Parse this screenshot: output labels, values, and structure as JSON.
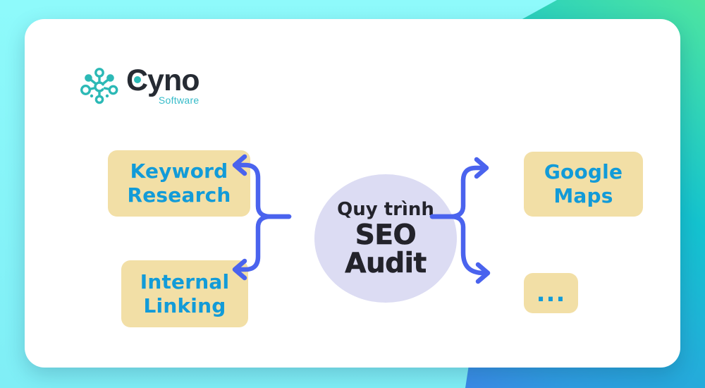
{
  "page": {
    "type": "seo-audit-process-infographic"
  },
  "logo": {
    "brand": "Cyno",
    "subtitle": "Software"
  },
  "center_node": {
    "subtitle": "Quy trình",
    "title_line1": "SEO",
    "title_line2": "Audit"
  },
  "nodes": {
    "keyword_research": {
      "line1": "Keyword",
      "line2": "Research"
    },
    "internal_linking": {
      "line1": "Internal",
      "line2": "Linking"
    },
    "google_maps": {
      "line1": "Google",
      "line2": "Maps"
    },
    "more": {
      "label": "..."
    }
  },
  "colors": {
    "arrow": "#4a63ee",
    "node_bg": "#f2dfa6",
    "node_text": "#129bd8",
    "center_bg": "#dcdcf3",
    "center_text": "#23232b",
    "logo_teal": "#2cb9b6",
    "logo_dark": "#262b33",
    "bg_cyan": "#8efafb",
    "band_green": "#4ee5a0",
    "band_teal": "#14c3cf",
    "band_blue": "#2f9ce2",
    "band_indigo": "#4f6df2",
    "band_purple": "#9a5ef2"
  }
}
